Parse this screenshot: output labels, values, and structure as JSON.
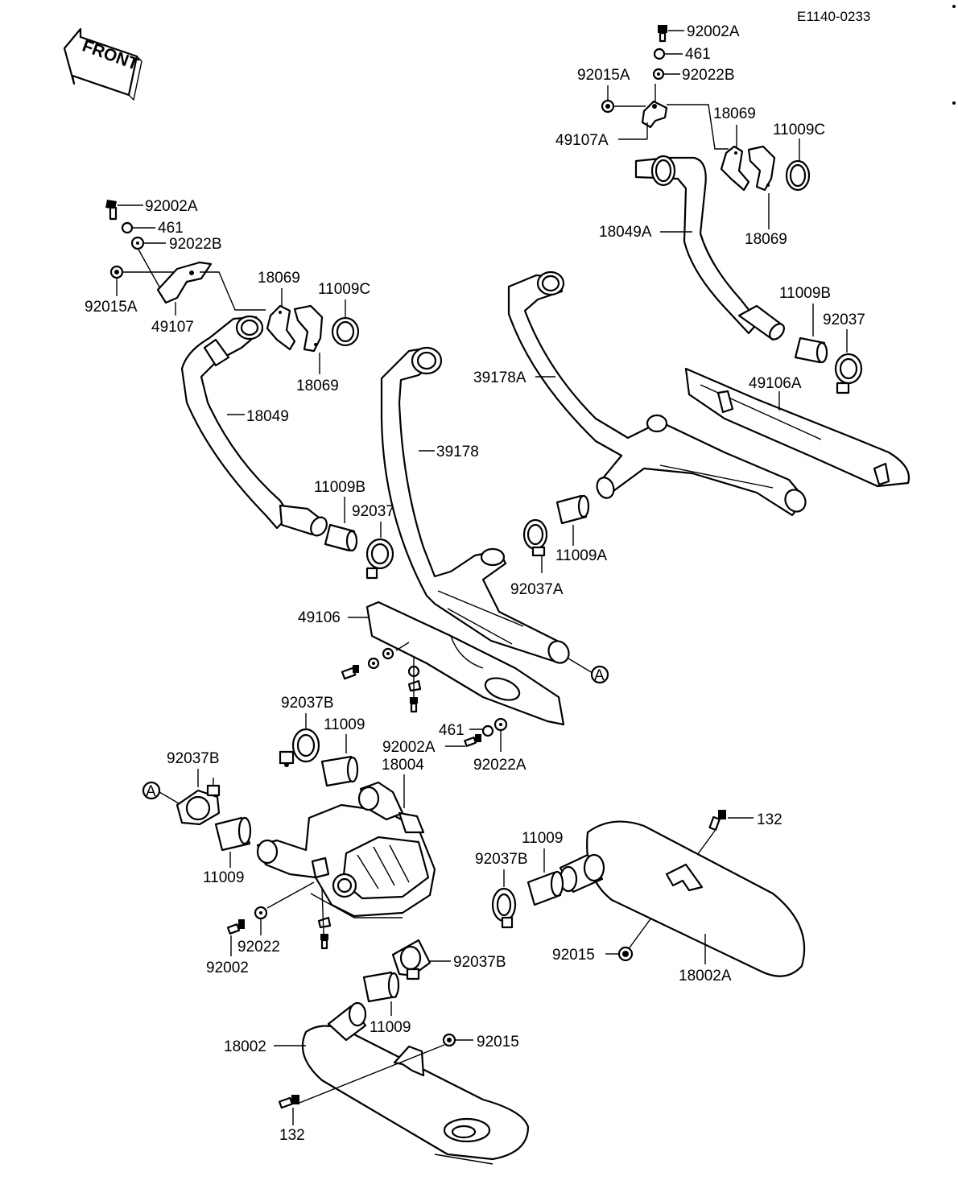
{
  "diagram_code": "E1140-0233",
  "front_label": "FRONT",
  "parts": {
    "p92002A_t": "92002A",
    "p461_t": "461",
    "p92022B_t": "92022B",
    "p92015A_t": "92015A",
    "p49107A": "49107A",
    "p18069_t1": "18069",
    "p18069_t2": "18069",
    "p11009C_t": "11009C",
    "p18049A": "18049A",
    "p11009B_t": "11009B",
    "p92037_t": "92037",
    "p92002A_l": "92002A",
    "p461_l": "461",
    "p92022B_l": "92022B",
    "p92015A_l": "92015A",
    "p49107": "49107",
    "p18069_l1": "18069",
    "p18069_l2": "18069",
    "p11009C_l": "11009C",
    "p18049": "18049",
    "p11009B_l": "11009B",
    "p92037_l": "92037",
    "p39178": "39178",
    "p39178A": "39178A",
    "p49106A": "49106A",
    "p11009A": "11009A",
    "p92037A": "92037A",
    "p49106": "49106",
    "markA1": "A",
    "p92037B_1": "92037B",
    "p11009_1": "11009",
    "p92037B_2": "92037B",
    "markA2": "A",
    "p11009_2": "11009",
    "p461_m": "461",
    "p92002A_m": "92002A",
    "p92022A": "92022A",
    "p18004": "18004",
    "p92002": "92002",
    "p92022": "92022",
    "p132_1": "132",
    "p11009_3": "11009",
    "p92037B_3": "92037B",
    "p92015_1": "92015",
    "p18002A": "18002A",
    "p92037B_4": "92037B",
    "p11009_4": "11009",
    "p18002": "18002",
    "p92015_2": "92015",
    "p132_2": "132"
  }
}
